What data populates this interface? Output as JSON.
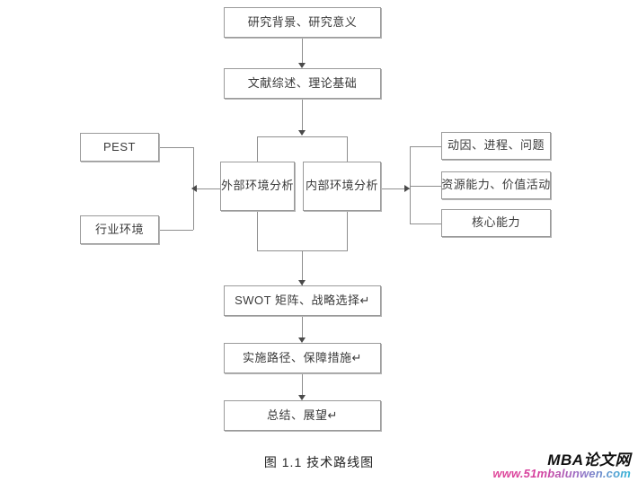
{
  "figure": {
    "caption": "图 1.1  技术路线图",
    "watermark_brand": "MBA论文网",
    "watermark_url": "www.51mbalunwen.com",
    "background": "#ffffff",
    "box_border_color": "#9a9a9a",
    "connector_color": "#8f8f8f",
    "arrow_color": "#4a4a4a"
  },
  "nodes": {
    "background_significance": "研究背景、研究意义",
    "literature_theory": "文献综述、理论基础",
    "pest": "PEST",
    "industry_env": "行业环境",
    "external_env": "外部环境分析",
    "internal_env": "内部环境分析",
    "motive_process_problem": "动因、进程、问题",
    "resource_value": "资源能力、价值活动",
    "core_capability": "核心能力",
    "swot_strategy": "SWOT 矩阵、战略选择↵",
    "path_measures": "实施路径、保障措施↵",
    "summary_outlook": "总结、展望↵"
  },
  "chart_data": {
    "type": "diagram",
    "diagram_kind": "flowchart",
    "title": "图 1.1  技术路线图",
    "orientation": "top-to-bottom",
    "nodes": [
      {
        "id": "background_significance",
        "label": "研究背景、研究意义",
        "column": "center",
        "row": 1
      },
      {
        "id": "literature_theory",
        "label": "文献综述、理论基础",
        "column": "center",
        "row": 2
      },
      {
        "id": "pest",
        "label": "PEST",
        "column": "left",
        "row": 3
      },
      {
        "id": "industry_env",
        "label": "行业环境",
        "column": "left",
        "row": 4
      },
      {
        "id": "external_env",
        "label": "外部环境分析",
        "column": "center-left",
        "row": 3
      },
      {
        "id": "internal_env",
        "label": "内部环境分析",
        "column": "center-right",
        "row": 3
      },
      {
        "id": "motive_process_problem",
        "label": "动因、进程、问题",
        "column": "right",
        "row": 3
      },
      {
        "id": "resource_value",
        "label": "资源能力、价值活动",
        "column": "right",
        "row": 4
      },
      {
        "id": "core_capability",
        "label": "核心能力",
        "column": "right",
        "row": 5
      },
      {
        "id": "swot_strategy",
        "label": "SWOT 矩阵、战略选择↵",
        "column": "center",
        "row": 6
      },
      {
        "id": "path_measures",
        "label": "实施路径、保障措施↵",
        "column": "center",
        "row": 7
      },
      {
        "id": "summary_outlook",
        "label": "总结、展望↵",
        "column": "center",
        "row": 8
      }
    ],
    "edges": [
      {
        "from": "background_significance",
        "to": "literature_theory",
        "arrow": "down"
      },
      {
        "from": "literature_theory",
        "to": "external_env",
        "arrow": "down",
        "via": "split-bar"
      },
      {
        "from": "literature_theory",
        "to": "internal_env",
        "arrow": "down",
        "via": "split-bar"
      },
      {
        "from": "external_env",
        "to": "pest",
        "arrow": "left",
        "via": "merge-bar"
      },
      {
        "from": "external_env",
        "to": "industry_env",
        "arrow": "left",
        "via": "merge-bar"
      },
      {
        "from": "internal_env",
        "to": "motive_process_problem",
        "arrow": "right",
        "via": "split-bar"
      },
      {
        "from": "internal_env",
        "to": "resource_value",
        "arrow": "right",
        "via": "split-bar"
      },
      {
        "from": "internal_env",
        "to": "core_capability",
        "arrow": "right",
        "via": "split-bar"
      },
      {
        "from": "external_env",
        "to": "swot_strategy",
        "arrow": "down",
        "via": "merge-bar"
      },
      {
        "from": "internal_env",
        "to": "swot_strategy",
        "arrow": "down",
        "via": "merge-bar"
      },
      {
        "from": "swot_strategy",
        "to": "path_measures",
        "arrow": "down"
      },
      {
        "from": "path_measures",
        "to": "summary_outlook",
        "arrow": "down"
      }
    ]
  }
}
